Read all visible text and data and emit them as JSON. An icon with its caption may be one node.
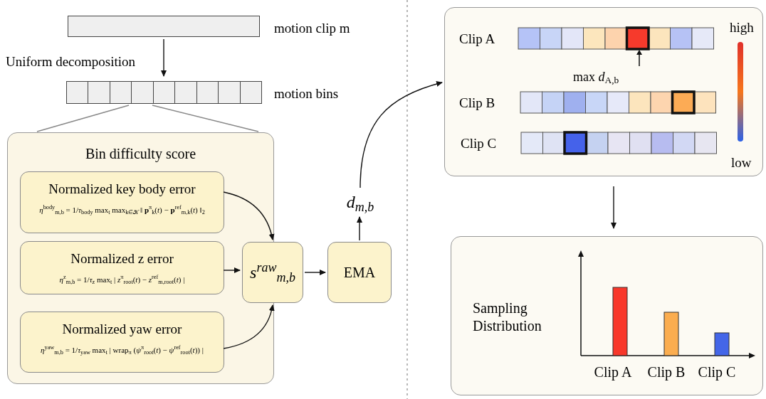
{
  "diagram": {
    "nodes": [
      {
        "text": [],
        "shape": "bar",
        "beside": [
          "motion clip m"
        ]
      },
      {
        "text": [],
        "shape": "bar",
        "beside": [
          "motion bins"
        ]
      },
      {
        "text": [
          "Bin difficulty score"
        ]
      },
      {
        "text": [
          "Normalized key body error",
          "*η*$^{body}$$_{m,b}$ = 1/*τ*$_{body}$ max$_{t}$ max$_{k∈𝒦}$ ‖ **p**$^{π}$$_{k}$(*t*) − **p**$^{ref}$$_{m,k}$(*t*) ‖$_{2}$"
        ],
        "in": 2
      },
      {
        "text": [
          "Normalized z error",
          "*η*$^{z}$$_{m,b}$ = 1/*τ*$_{z}$ max$_{t}$ | *z*$^{π}$$_{root}$(*t*) − *z*$^{ref}$$_{m,root}$(*t*) |"
        ],
        "in": 2
      },
      {
        "text": [
          "Normalized yaw error",
          "*η*$^{yaw}$$_{m,b}$ = 1/*τ*$_{yaw}$ max$_{t}$ | wrap$_{π}$ (*ψ*$^{π}$$_{root}$(*t*) − *ψ*$^{ref}$$_{root}$(*t*)) |"
        ],
        "in": 2
      },
      {
        "text": [
          "s$^{raw}$$_{m,b}$"
        ]
      },
      {
        "text": [
          "EMA"
        ]
      },
      {
        "text": [
          "Clip A",
          "max *d*$_{A,b}$",
          "Clip B",
          "Clip C",
          "high",
          "low"
        ]
      },
      {
        "text": [
          "d$_{m,b}$"
        ]
      },
      {
        "text": [
          "Sampling Distribution",
          "Clip A",
          "Clip B",
          "Clip C"
        ]
      }
    ],
    "edges": [
      {
        "from": 0,
        "to": 1,
        "arrow": "to",
        "label": "Uniform decomposition"
      },
      {
        "from": 1,
        "to": 2,
        "arrow": "none",
        "color": "#888888"
      },
      {
        "from": 3,
        "to": 6,
        "arrow": "to"
      },
      {
        "from": 4,
        "to": 6,
        "arrow": "to"
      },
      {
        "from": 5,
        "to": 6,
        "arrow": "to"
      },
      {
        "from": 6,
        "to": 7,
        "arrow": "to"
      },
      {
        "from": 7,
        "to": 9,
        "arrow": "to"
      },
      {
        "from": 9,
        "to": 8,
        "arrow": "to"
      },
      {
        "from": 8,
        "to": 10,
        "arrow": "to"
      }
    ]
  }
}
